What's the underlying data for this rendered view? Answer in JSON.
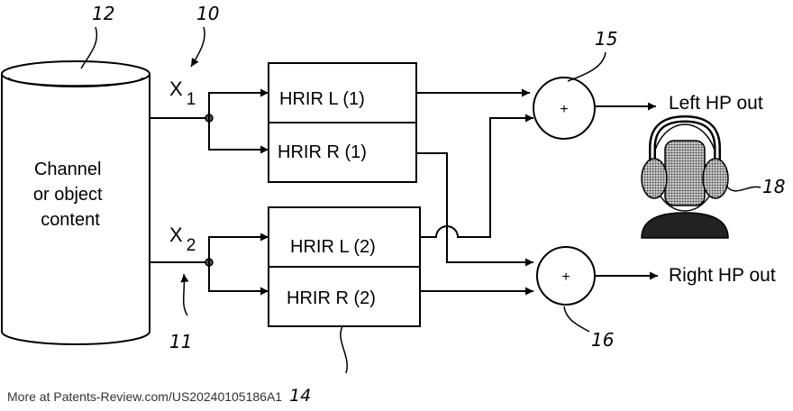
{
  "source": {
    "label": "Channel\nor object\ncontent",
    "ref": "12"
  },
  "signals": [
    {
      "name": "X",
      "sub": "1"
    },
    {
      "name": "X",
      "sub": "2"
    }
  ],
  "filters": [
    {
      "label": "HRIR L (1)"
    },
    {
      "label": "HRIR R (1)"
    },
    {
      "label": "HRIR L (2)"
    },
    {
      "label": "HRIR R (2)"
    }
  ],
  "summers": [
    {
      "symbol": "+",
      "ref": "15"
    },
    {
      "symbol": "+",
      "ref": "16"
    }
  ],
  "outputs": {
    "left": "Left HP out",
    "right": "Right HP out"
  },
  "refs": {
    "signal_1": "10",
    "signal_2": "11",
    "filters": "14",
    "headphones": "18"
  },
  "footer": {
    "text": "More at Patents-Review.com/US20240105186A1",
    "ref": "14"
  }
}
